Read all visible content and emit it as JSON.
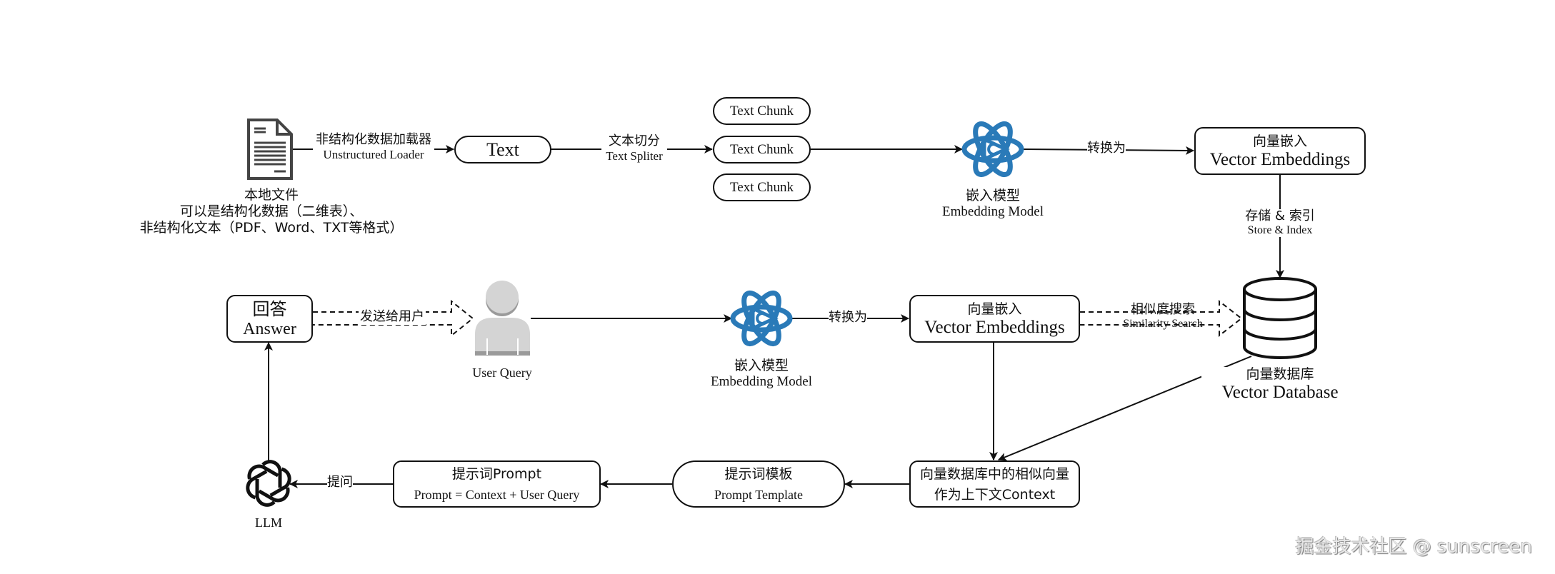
{
  "diagram": {
    "title": "RAG workflow",
    "accent_color": "#2a7ab8",
    "nodes": {
      "local_file": {
        "icon": "document-icon",
        "lines": [
          "本地文件",
          "可以是结构化数据（二维表）、",
          "非结构化文本（PDF、Word、TXT等格式）"
        ]
      },
      "text": {
        "label": "Text"
      },
      "text_chunks": [
        "Text Chunk",
        "Text Chunk",
        "Text Chunk"
      ],
      "embedding_model_top": {
        "icon": "atom-icon",
        "cn": "嵌入模型",
        "en": "Embedding Model"
      },
      "vector_embeddings_top": {
        "cn": "向量嵌入",
        "en": "Vector Embeddings"
      },
      "vector_database": {
        "icon": "database-icon",
        "cn": "向量数据库",
        "en": "Vector Database"
      },
      "answer": {
        "cn": "回答",
        "en": "Answer"
      },
      "user_query": {
        "icon": "user-icon",
        "label": "User Query"
      },
      "embedding_model_mid": {
        "icon": "atom-icon",
        "cn": "嵌入模型",
        "en": "Embedding Model"
      },
      "vector_embeddings_mid": {
        "cn": "向量嵌入",
        "en": "Vector Embeddings"
      },
      "context": {
        "line1": "向量数据库中的相似向量",
        "line2": "作为上下文Context"
      },
      "prompt_template": {
        "cn": "提示词模板",
        "en": "Prompt Template"
      },
      "prompt": {
        "line1": "提示词Prompt",
        "line2": "Prompt = Context + User Query"
      },
      "llm": {
        "icon": "openai-icon",
        "label": "LLM"
      }
    },
    "edges": {
      "loader": {
        "cn": "非结构化数据加载器",
        "en": "Unstructured Loader"
      },
      "splitter": {
        "cn": "文本切分",
        "en": "Text Spliter"
      },
      "convert_top": {
        "cn": "转换为"
      },
      "store_index": {
        "cn": "存储 & 索引",
        "en": "Store & Index"
      },
      "send_to_user": {
        "cn": "发送给用户"
      },
      "convert_mid": {
        "cn": "转换为"
      },
      "similarity": {
        "cn": "相似度搜索",
        "en": "Similarity Search"
      },
      "ask": {
        "cn": "提问"
      }
    }
  },
  "watermark": "掘金技术社区 @ sunscreen"
}
